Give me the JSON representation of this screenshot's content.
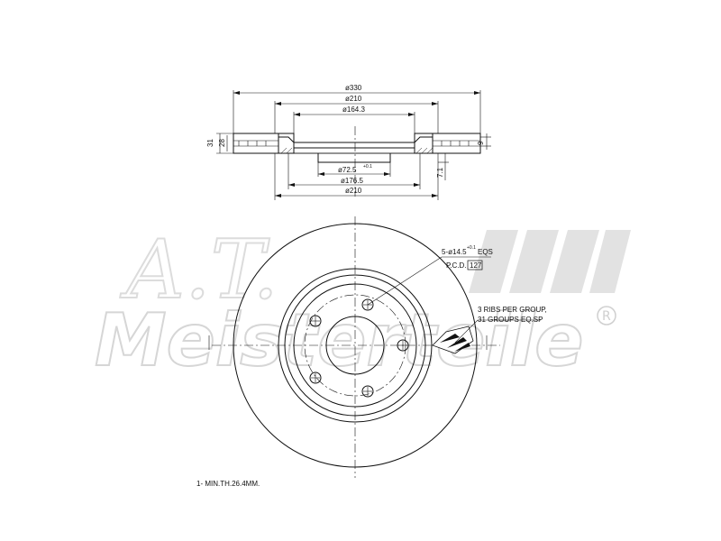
{
  "watermark": {
    "brand": "Meisterteile",
    "script": "A.T.",
    "registered": "R"
  },
  "section_view": {
    "dims": {
      "d330": "ø330",
      "d210_top": "ø210",
      "d164": "ø164.3",
      "d72": "ø72.5",
      "d72_tol": "+0.1",
      "d176": "ø176.5",
      "d210_bottom": "ø210",
      "t31": "31",
      "t28": "28",
      "t9": "9",
      "t71": "7.1"
    }
  },
  "front_view": {
    "hole_note": "5-ø14.5",
    "hole_note_tol": "+0.1",
    "hole_note_suffix": "EQS",
    "pcd_label": "P.C.D.",
    "pcd_value": "127",
    "ribs_line1": "3 RIBS PER GROUP,",
    "ribs_line2": "31 GROUPS EQ.SP"
  },
  "footer_note": "1- MIN.TH.26.4MM."
}
